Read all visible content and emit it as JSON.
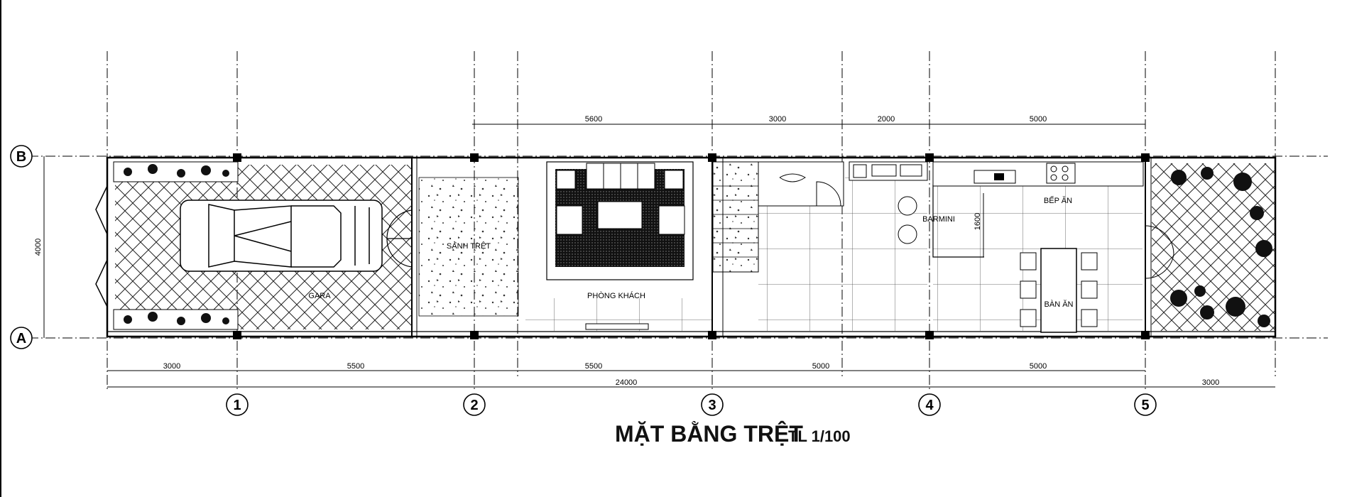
{
  "title": {
    "main": "MẶT BẰNG TRỆT",
    "scale": "TL 1/100"
  },
  "axes": {
    "columns": [
      "1",
      "2",
      "3",
      "4",
      "5"
    ],
    "rows": [
      "A",
      "B"
    ]
  },
  "dimensions": {
    "top": [
      "5600",
      "3000",
      "2000",
      "5000"
    ],
    "bottom_row1": [
      "3000",
      "5500",
      "5500",
      "5000",
      "5000"
    ],
    "bottom_total": "24000",
    "bottom_extra": "3000",
    "left": "4000",
    "bar": "1600"
  },
  "rooms": {
    "garage": "GARA",
    "lobby": "SẢNH TRỆT",
    "living": "PHÒNG KHÁCH",
    "bar": "BARMINI",
    "kitchen": "BẾP ĂN",
    "dining": "BÀN ĂN"
  }
}
